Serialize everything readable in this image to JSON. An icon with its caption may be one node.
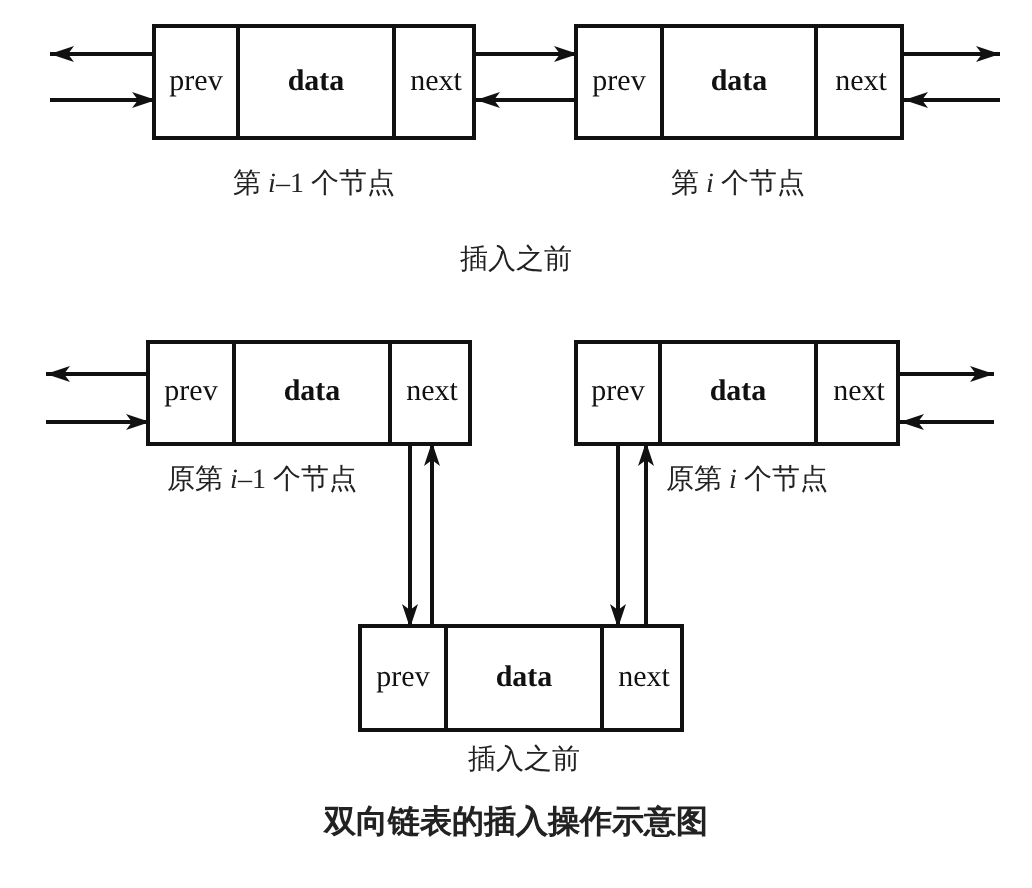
{
  "diagram": {
    "caption": "双向链表的插入操作示意图",
    "nodes": [
      {
        "text": [],
        "shape": "box",
        "beside": [
          "第 *i*–1 个节点"
        ]
      },
      {
        "text": [
          "prev"
        ],
        "in": 0
      },
      {
        "text": [
          "data"
        ],
        "in": 0
      },
      {
        "text": [
          "next"
        ],
        "in": 0
      },
      {
        "text": [],
        "shape": "box",
        "beside": [
          "第 *i* 个节点"
        ]
      },
      {
        "text": [
          "prev"
        ],
        "in": 4
      },
      {
        "text": [
          "data"
        ],
        "in": 4
      },
      {
        "text": [
          "next"
        ],
        "in": 4
      },
      {
        "text": [],
        "shape": "box",
        "beside": [
          "原第 *i*–1 个节点"
        ]
      },
      {
        "text": [
          "prev"
        ],
        "in": 8
      },
      {
        "text": [
          "data"
        ],
        "in": 8
      },
      {
        "text": [
          "next"
        ],
        "in": 8
      },
      {
        "text": [],
        "shape": "box",
        "beside": [
          "原第 *i* 个节点"
        ]
      },
      {
        "text": [
          "prev"
        ],
        "in": 12
      },
      {
        "text": [
          "data"
        ],
        "in": 12
      },
      {
        "text": [
          "next"
        ],
        "in": 12
      },
      {
        "text": [],
        "shape": "box",
        "beside": [
          "插入之前"
        ]
      },
      {
        "text": [
          "prev"
        ],
        "in": 16
      },
      {
        "text": [
          "data"
        ],
        "in": 16
      },
      {
        "text": [
          "next"
        ],
        "in": 16
      }
    ],
    "edges": [
      {
        "from": 1,
        "to": null,
        "arrow": "to"
      },
      {
        "from": null,
        "to": 1,
        "arrow": "to"
      },
      {
        "from": 3,
        "to": 5,
        "arrow": "to"
      },
      {
        "from": 5,
        "to": 3,
        "arrow": "to"
      },
      {
        "from": 7,
        "to": null,
        "arrow": "to"
      },
      {
        "from": null,
        "to": 7,
        "arrow": "to"
      },
      {
        "from": 9,
        "to": null,
        "arrow": "to"
      },
      {
        "from": null,
        "to": 9,
        "arrow": "to"
      },
      {
        "from": 15,
        "to": null,
        "arrow": "to"
      },
      {
        "from": null,
        "to": 15,
        "arrow": "to"
      },
      {
        "from": 11,
        "to": 17,
        "arrow": "to"
      },
      {
        "from": 17,
        "to": 11,
        "arrow": "to"
      },
      {
        "from": 13,
        "to": 19,
        "arrow": "to"
      },
      {
        "from": 19,
        "to": 13,
        "arrow": "to"
      }
    ],
    "labels": [
      "插入之前"
    ]
  }
}
